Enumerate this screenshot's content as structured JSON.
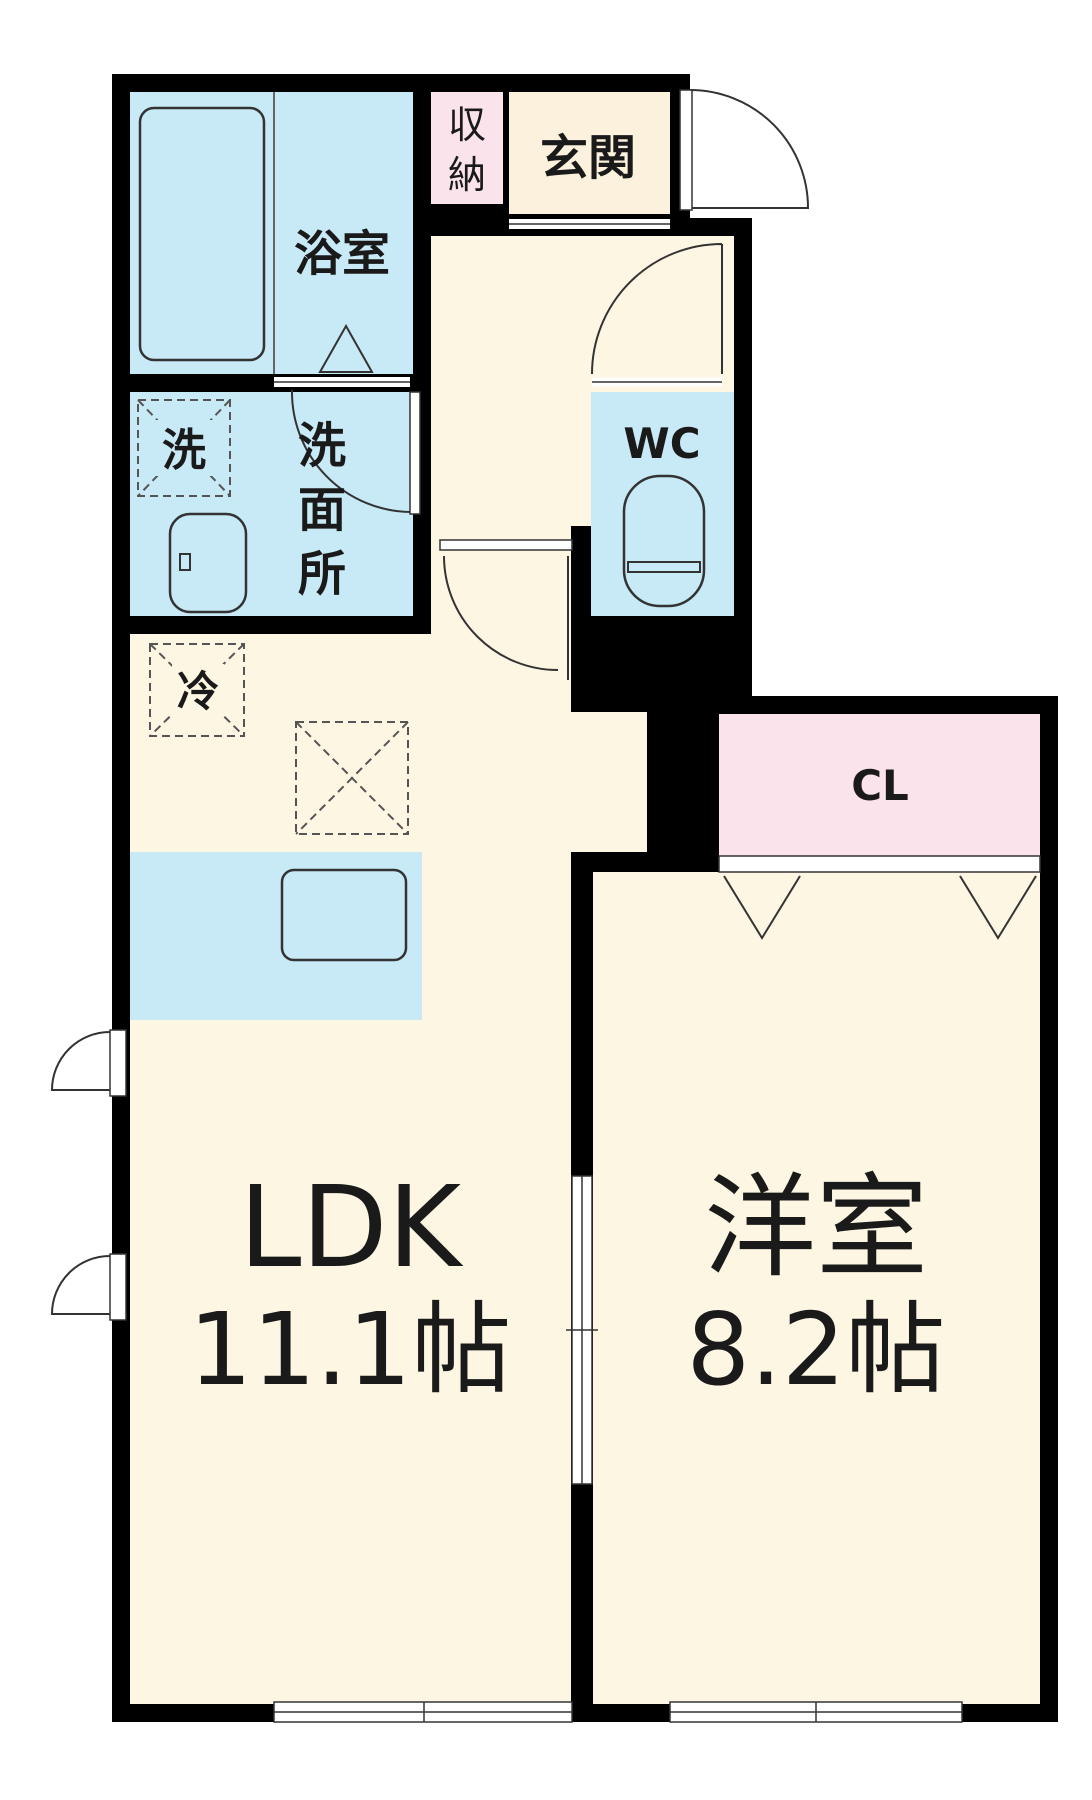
{
  "colors": {
    "wall": "#000000",
    "living_floor": "#fdf6e3",
    "wet_area": "#c8e9f6",
    "storage": "#fae3ea",
    "entrance": "#fbf1dc"
  },
  "rooms": {
    "bath": {
      "label": "浴室"
    },
    "storage": {
      "label_line1": "収",
      "label_line2": "納"
    },
    "entrance": {
      "label": "玄関"
    },
    "washroom": {
      "label_line1": "洗",
      "label_line2": "面",
      "label_line3": "所"
    },
    "washer": {
      "label": "洗"
    },
    "wc": {
      "label": "WC"
    },
    "fridge": {
      "label": "冷"
    },
    "closet": {
      "label": "CL"
    },
    "ldk": {
      "label": "LDK",
      "size": "11.1帖"
    },
    "western": {
      "label": "洋室",
      "size": "8.2帖"
    }
  }
}
